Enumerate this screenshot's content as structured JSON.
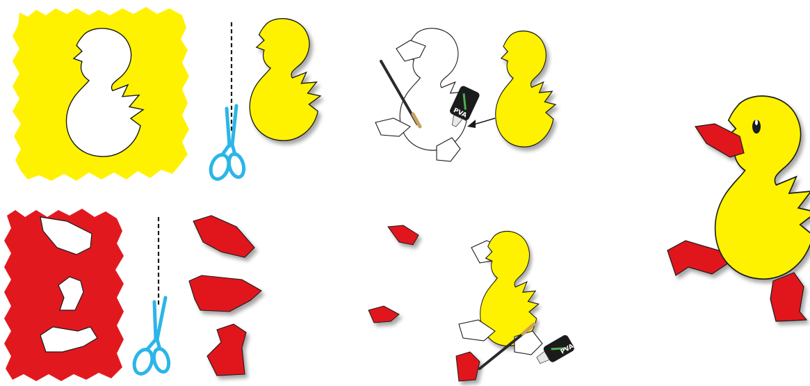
{
  "colors": {
    "yellow": "#FFF200",
    "red": "#E1191F",
    "cyan": "#2CB5E8",
    "outline": "#1a1a1a",
    "glue_bottle": "#1b1b1b",
    "glue_leaf": "#4caf50"
  },
  "glue_bottle": {
    "label": "PVA"
  },
  "steps": [
    {
      "step": "yellow-cut",
      "icon": "scissors-icon"
    },
    {
      "step": "yellow-glue",
      "icon": "glue-bottle-icon"
    },
    {
      "step": "red-cut",
      "icon": "scissors-icon"
    },
    {
      "step": "red-glue",
      "icon": "glue-bottle-icon"
    },
    {
      "step": "finished-duck",
      "icon": "duck-icon"
    }
  ]
}
